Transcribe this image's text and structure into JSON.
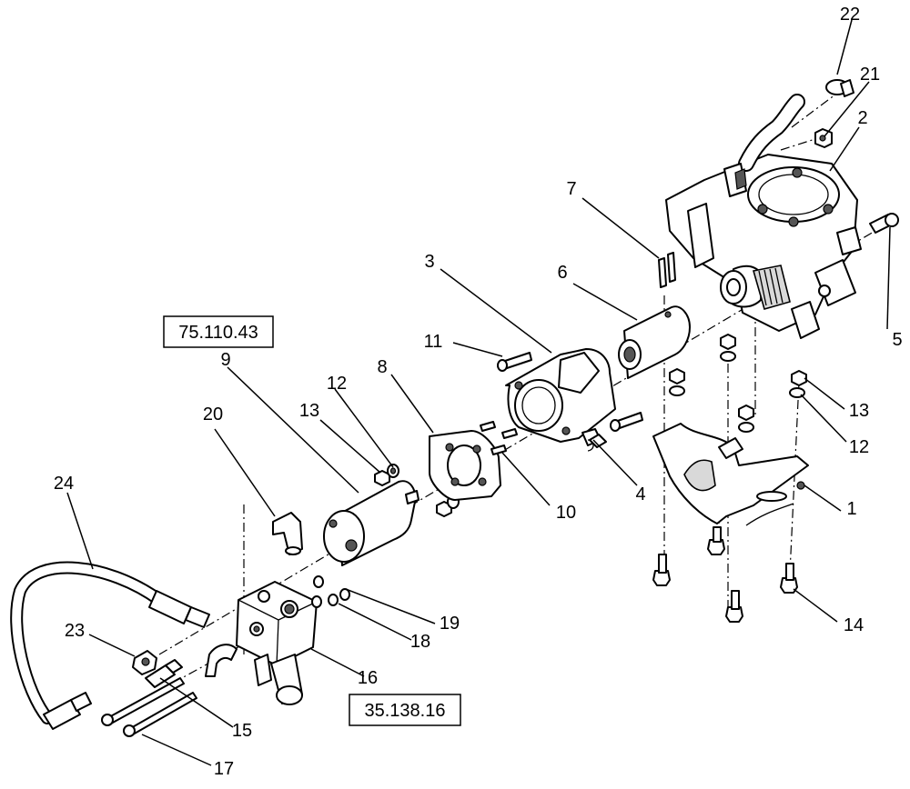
{
  "callouts": {
    "c1": "1",
    "c2": "2",
    "c3": "3",
    "c4": "4",
    "c5": "5",
    "c6": "6",
    "c7": "7",
    "c8": "8",
    "c9": "9",
    "c10": "10",
    "c11": "11",
    "c12a": "12",
    "c12b": "12",
    "c13a": "13",
    "c13b": "13",
    "c14": "14",
    "c15": "15",
    "c16": "16",
    "c17": "17",
    "c18": "18",
    "c19": "19",
    "c20": "20",
    "c21": "21",
    "c22": "22",
    "c23": "23",
    "c24": "24"
  },
  "references": {
    "ref_top": "75.110.43",
    "ref_bottom": "35.138.16"
  }
}
